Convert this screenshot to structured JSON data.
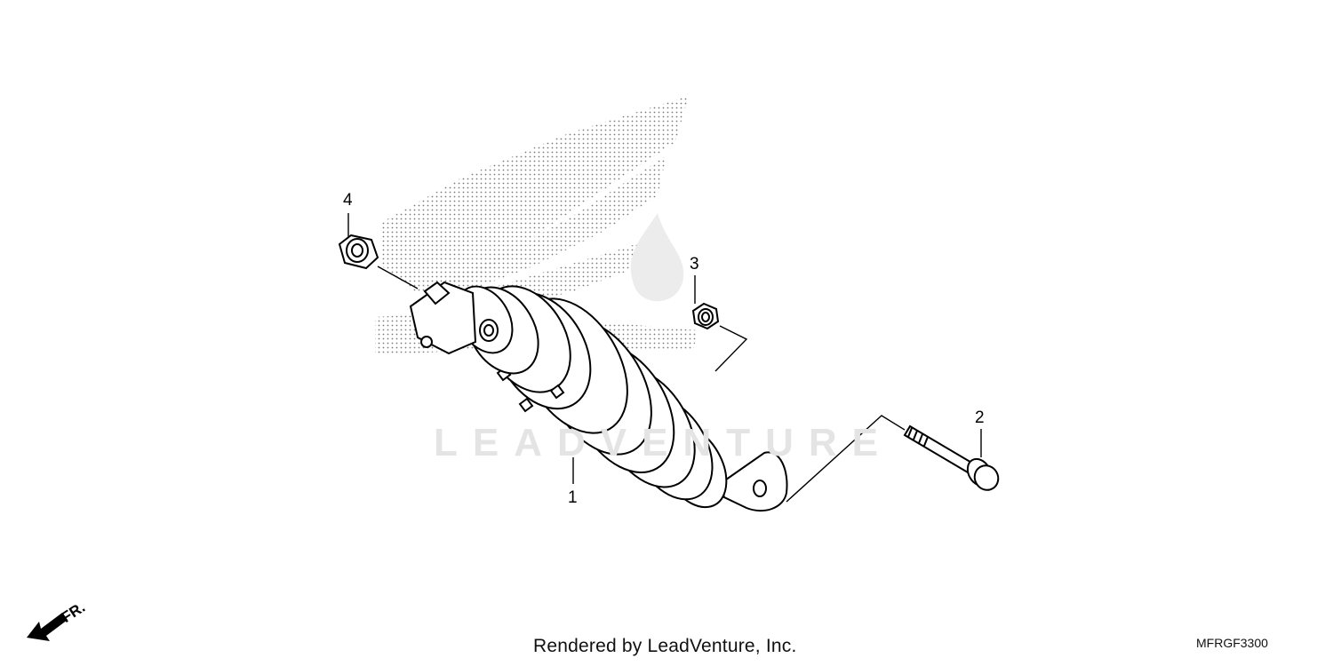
{
  "parts": [
    {
      "callout": "1",
      "icon": "rear-shock-absorber-icon"
    },
    {
      "callout": "2",
      "icon": "flange-bolt-icon"
    },
    {
      "callout": "3",
      "icon": "flange-nut-icon"
    },
    {
      "callout": "4",
      "icon": "lock-nut-icon"
    }
  ],
  "direction_indicator": {
    "label": "FR.",
    "icon": "front-direction-arrow-icon"
  },
  "watermark": {
    "text": "LEADVENTURE"
  },
  "footer": {
    "credit": "Rendered by LeadVenture, Inc.",
    "diagram_code": "MFRGF3300"
  },
  "colors": {
    "line": "#000000",
    "stipple": "#8a8a8a",
    "watermark": "#e4e4e4"
  }
}
